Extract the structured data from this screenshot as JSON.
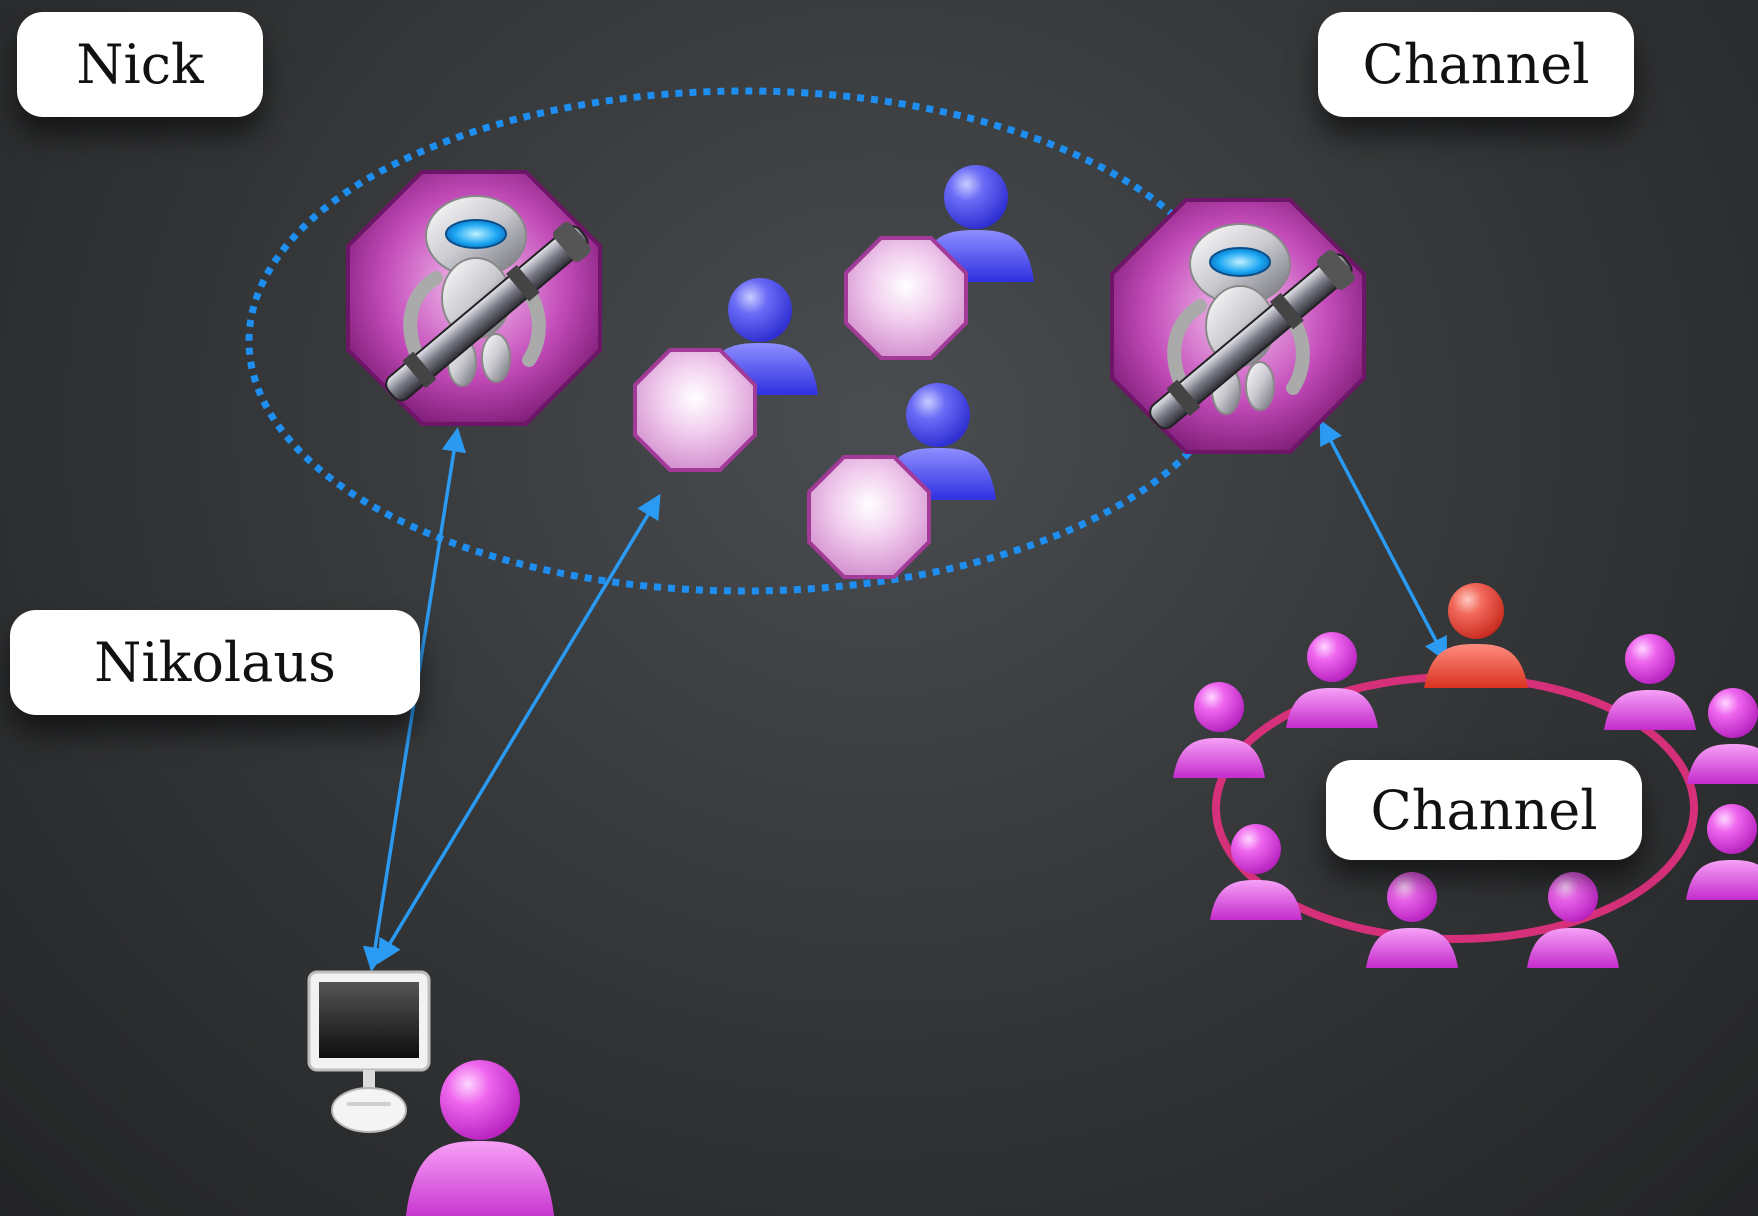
{
  "labels": {
    "nick": "Nick",
    "channel_top": "Channel",
    "nikolaus": "Nikolaus",
    "channel_ring": "Channel"
  },
  "icons": {
    "bot": "robot-bot-icon",
    "user": "user-icon",
    "user_ops": "stop-badge-user-icon",
    "computer": "imac-computer-icon",
    "person": "person-icon",
    "operator": "operator-person-icon"
  },
  "colors": {
    "dotted_ellipse": "#1e8ff0",
    "arrows": "#2a9af2",
    "ring": "#d6307a",
    "blue_user": "#4b4cf0",
    "pink_user": "#e44de8",
    "red_user": "#f04a3c",
    "octagon_fill": "#e9b8e4"
  }
}
